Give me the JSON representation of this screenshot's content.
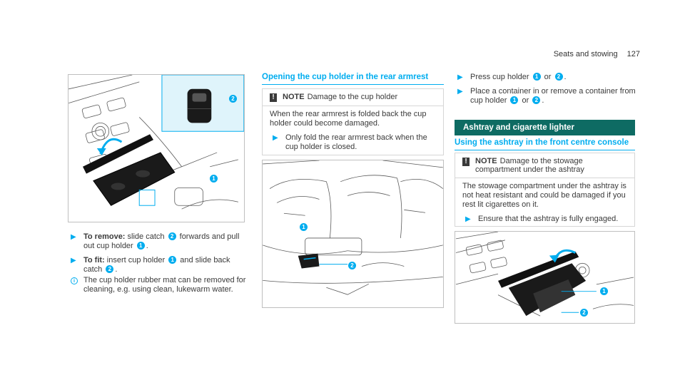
{
  "running_head": {
    "section": "Seats and stowing",
    "page": "127"
  },
  "left": {
    "callout_1": "1",
    "callout_2": "2",
    "steps": [
      {
        "bold": "To remove:",
        "text_a": " slide catch ",
        "c1": "2",
        "text_b": " forwards and pull out cup holder ",
        "c2": "1",
        "text_c": "."
      },
      {
        "bold": "To fit:",
        "text_a": " insert cup holder ",
        "c1": "1",
        "text_b": " and slide back catch ",
        "c2": "2",
        "text_c": "."
      }
    ],
    "info_icon": "i",
    "info_text": "The cup holder rubber mat can be removed for cleaning, e.g. using clean, lukewarm water."
  },
  "middle": {
    "title": "Opening the cup holder in the rear armrest",
    "note": {
      "mark": "!",
      "label": "NOTE",
      "heading": "Damage to the cup holder",
      "body": "When the rear armrest is folded back the cup holder could become damaged.",
      "step": "Only fold the rear armrest back when the cup holder is closed."
    },
    "callout_1": "1",
    "callout_2": "2"
  },
  "right": {
    "steps": [
      {
        "a": "Press cup holder ",
        "c1": "1",
        "b": " or ",
        "c2": "2",
        "c": "."
      },
      {
        "a": "Place a container in or remove a container from cup holder ",
        "c1": "1",
        "b": " or ",
        "c2": "2",
        "c": "."
      }
    ],
    "bar_title": "Ashtray and cigarette lighter",
    "subtitle": "Using the ashtray in the front centre console",
    "note": {
      "mark": "!",
      "label": "NOTE",
      "heading": "Damage to the stowage compartment under the ashtray",
      "body": "The stowage compartment under the ashtray is not heat resistant and could be damaged if you rest lit cigarettes on it.",
      "step": "Ensure that the ashtray is fully engaged."
    },
    "callout_1": "1",
    "callout_2": "2"
  },
  "colors": {
    "accent": "#00adef",
    "teal": "#0e6b63",
    "text": "#3a3a3a"
  },
  "icons": {
    "step_arrow": "arrow-right-icon",
    "note_mark": "warning-icon",
    "info": "info-icon"
  },
  "arrow_glyph": "▶"
}
